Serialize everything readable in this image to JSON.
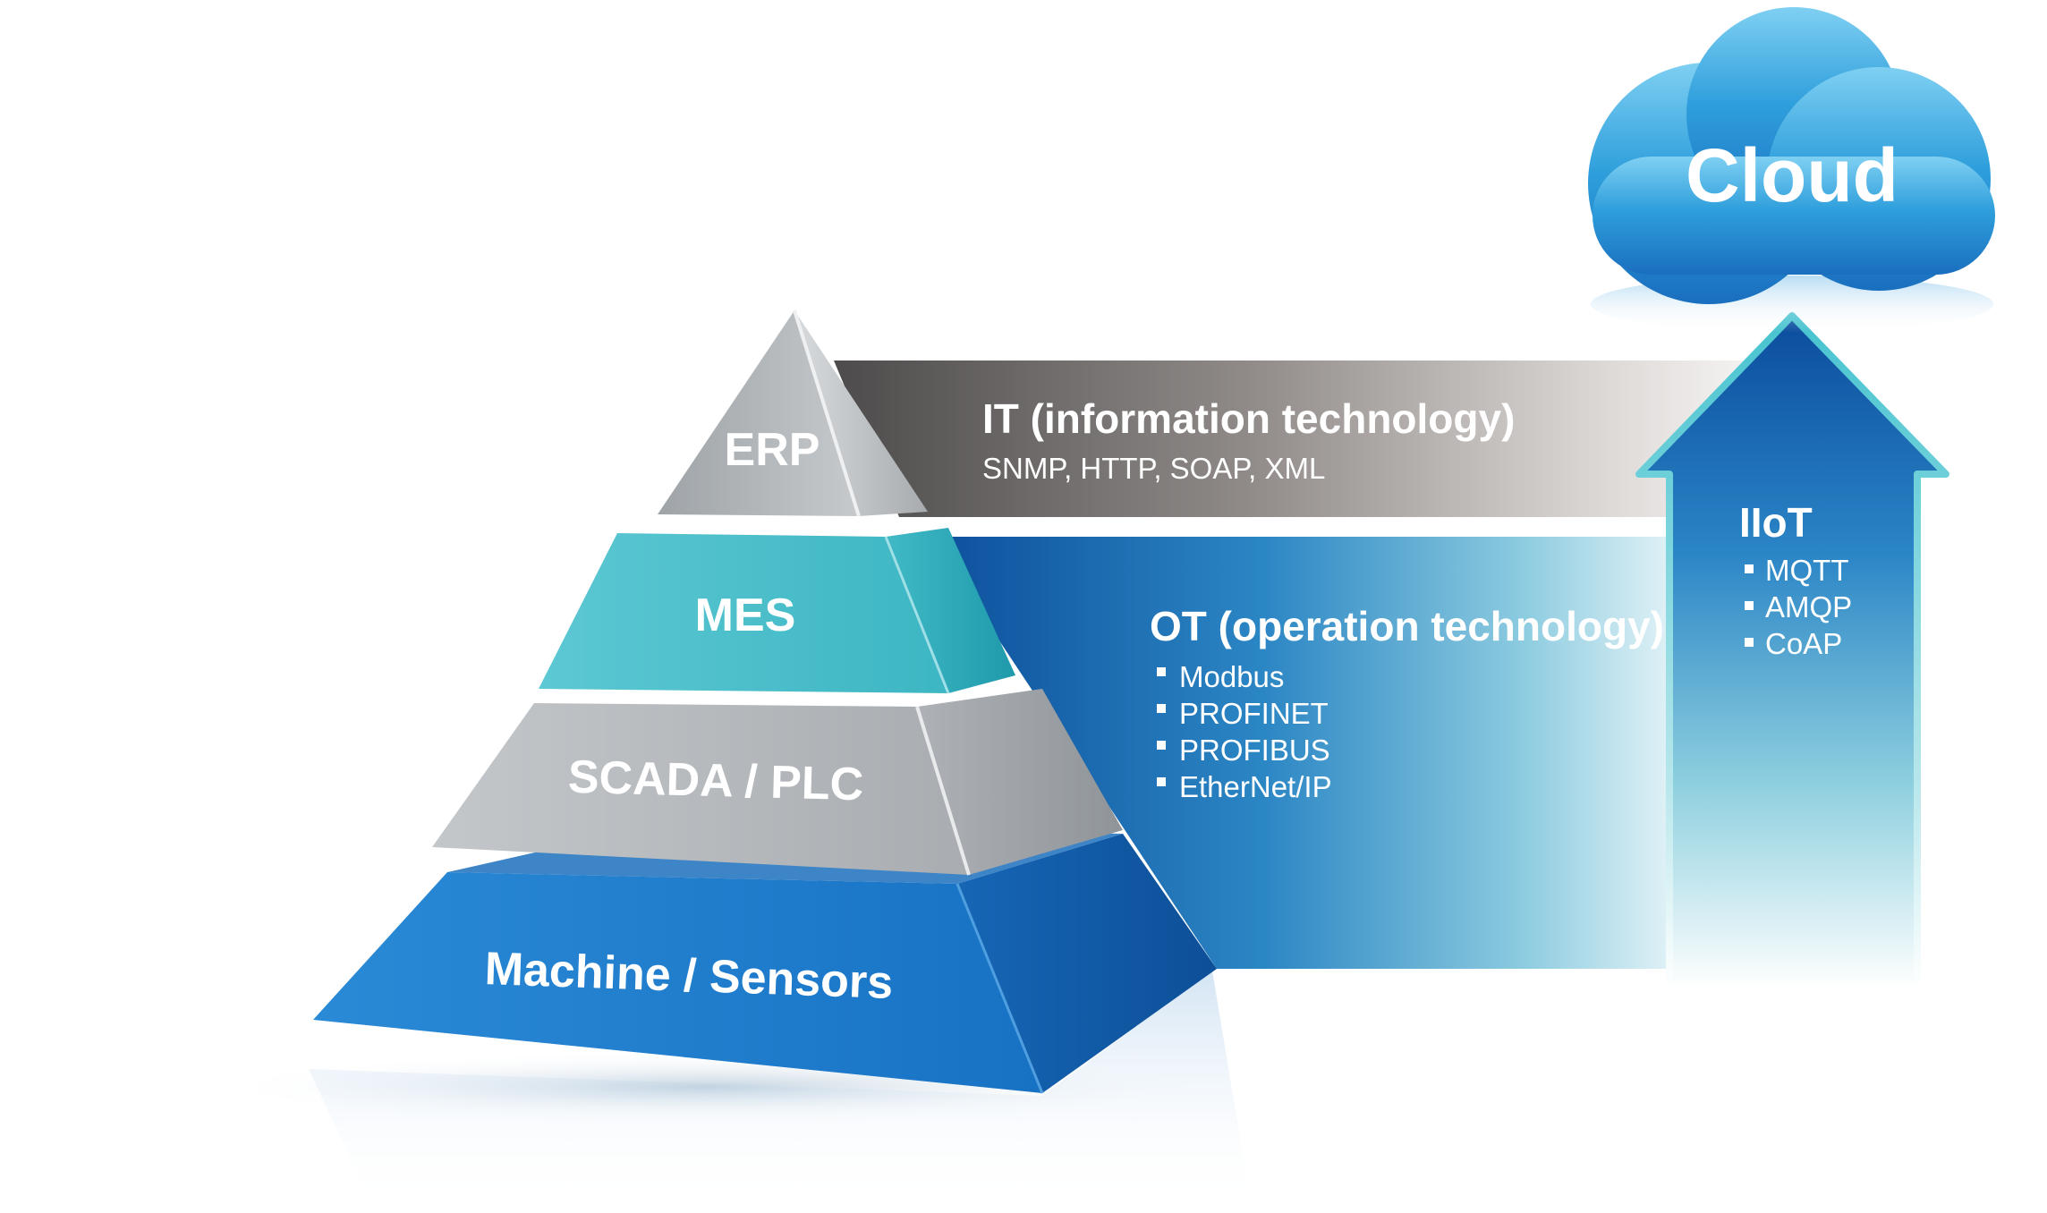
{
  "cloud": {
    "label": "Cloud",
    "color": "#3aa3dc"
  },
  "pyramid": {
    "levels": [
      {
        "key": "erp",
        "label": "ERP",
        "color": "#b9bec2"
      },
      {
        "key": "mes",
        "label": "MES",
        "color": "#3fb9c6"
      },
      {
        "key": "scada",
        "label": "SCADA / PLC",
        "color": "#b5b9bd"
      },
      {
        "key": "machine",
        "label": "Machine / Sensors",
        "color": "#1a78c8"
      }
    ]
  },
  "it_band": {
    "title": "IT (information technology)",
    "protocols": "SNMP, HTTP, SOAP, XML",
    "color": "#7a7675"
  },
  "ot_band": {
    "title": "OT (operation technology)",
    "items": [
      "Modbus",
      "PROFINET",
      "PROFIBUS",
      "EtherNet/IP"
    ],
    "color": "#1560b0"
  },
  "iiot_arrow": {
    "title": "IIoT",
    "items": [
      "MQTT",
      "AMQP",
      "CoAP"
    ],
    "color": "#0e5aa8"
  }
}
